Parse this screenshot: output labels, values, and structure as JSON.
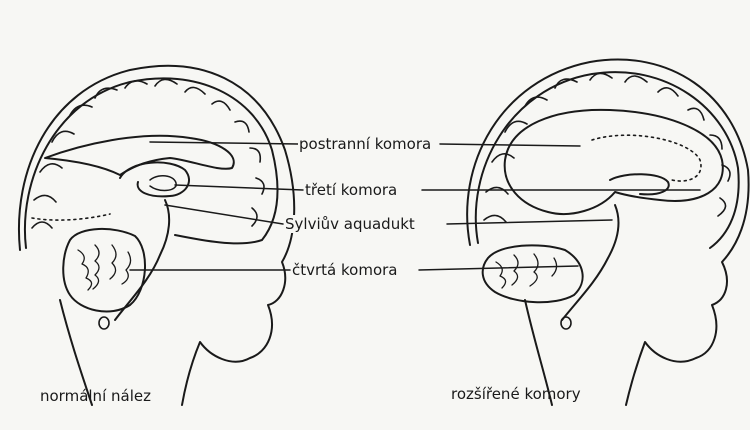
{
  "labels": {
    "lateral_ventricle": "postranní komora",
    "third_ventricle": "třetí komora",
    "aqueduct": "Sylviův aquadukt",
    "fourth_ventricle": "čtvrtá komora"
  },
  "captions": {
    "left": "normální nález",
    "right": "rozšířené komory"
  }
}
